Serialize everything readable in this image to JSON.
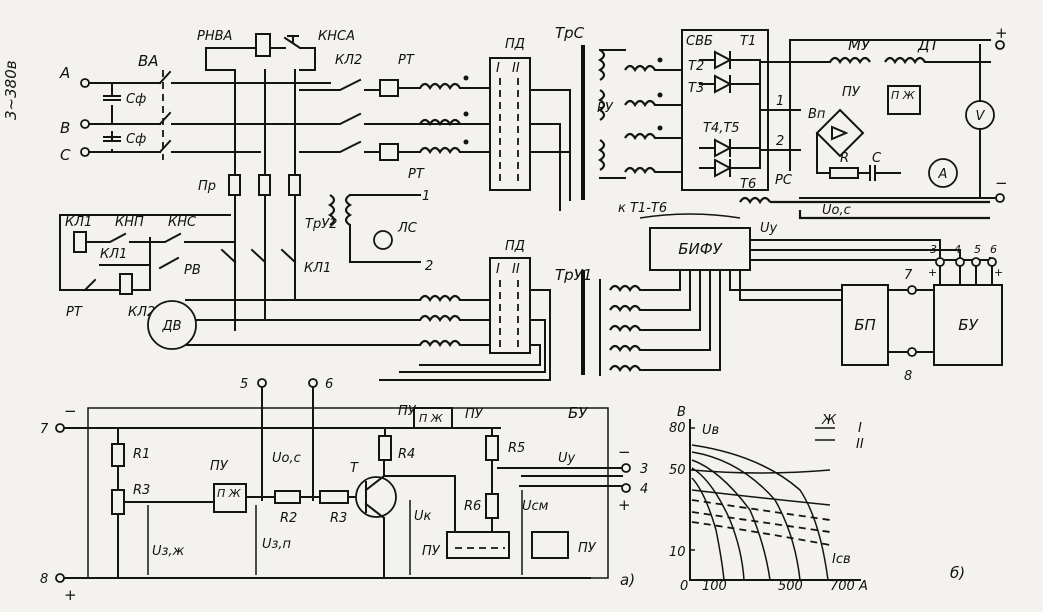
{
  "scheme": {
    "supply": {
      "phases": [
        "A",
        "B",
        "C"
      ],
      "voltage": "3~380в",
      "breaker": "ВА",
      "caps": [
        "Сф",
        "Сф"
      ]
    },
    "relays": {
      "rnva": "РНВА",
      "knsa": "КНСА",
      "kl2": "КЛ2",
      "rt": "РТ",
      "rt2": "РТ",
      "pr": "Пр",
      "tru2": "ТрУ2",
      "ls": "ЛС",
      "kl1": "КЛ1",
      "knp": "КНП",
      "kns": "КНС",
      "kl1b": "КЛ1",
      "rv": "РВ",
      "rt3": "РТ",
      "kl2b": "КЛ2",
      "kl1c": "КЛ1",
      "motor": "ДВ"
    },
    "pd": {
      "label": "ПД",
      "i": "I",
      "ii": "II"
    },
    "pd2": {
      "label": "ПД",
      "i": "I",
      "ii": "II"
    },
    "transformers": {
      "trs": "ТрС",
      "ru": "РУ",
      "try1": "ТрУ1"
    },
    "converter": {
      "svb": "СВБ",
      "t1": "Т1",
      "t2": "Т2",
      "t3": "Т3",
      "t45": "Т4,Т5",
      "t6": "Т6",
      "mu": "МУ",
      "dt": "ДТ",
      "pu": "ПУ",
      "pzh": "П Ж",
      "vp": "Вп",
      "r": "R",
      "c": "С",
      "rs": "РС",
      "uos": "Uо,с",
      "bifu": "БИФУ",
      "kt16": "к Т1-Т6",
      "uy": "Uy",
      "bp": "БП",
      "bu": "БУ",
      "voltmeter": "V",
      "ammeter": "A",
      "plus": "+",
      "minus": "−",
      "n1": "1",
      "n2": "2",
      "out1": "1",
      "out2": "2"
    },
    "terminals": {
      "t3": "3",
      "t4": "4",
      "t5": "5",
      "t6": "6",
      "t7": "7",
      "t8": "8",
      "plus": "+",
      "minus": "−"
    },
    "bu_circuit": {
      "title": "БУ",
      "t5": "5",
      "t6": "6",
      "t7": "7",
      "t8": "8",
      "t3": "3",
      "t4": "4",
      "minus": "−",
      "plus": "+",
      "r1": "R1",
      "r3": "R3",
      "r2": "R2",
      "r3b": "R3",
      "r4": "R4",
      "r5": "R5",
      "r6": "R6",
      "t": "T",
      "pu1": "ПУ",
      "pu2": "ПУ",
      "pu3": "ПУ",
      "pu4": "ПУ",
      "pzh": "П Ж",
      "uos": "Uо,с",
      "uy": "Uy",
      "uzzh": "Uз,ж",
      "uzp": "Uз,п",
      "uk": "Uк",
      "usm": "Uсм",
      "sub": "а)"
    },
    "graph": {
      "yunit": "В",
      "ymax": "80",
      "y50": "50",
      "y10": "10",
      "yname": "Uв",
      "x0": "0",
      "x100": "100",
      "x500": "500",
      "x700": "700 А",
      "xname": "Iсв",
      "legend_zh": "Ж",
      "legend_i": "I",
      "legend_ii": "II",
      "sub": "б)"
    }
  }
}
